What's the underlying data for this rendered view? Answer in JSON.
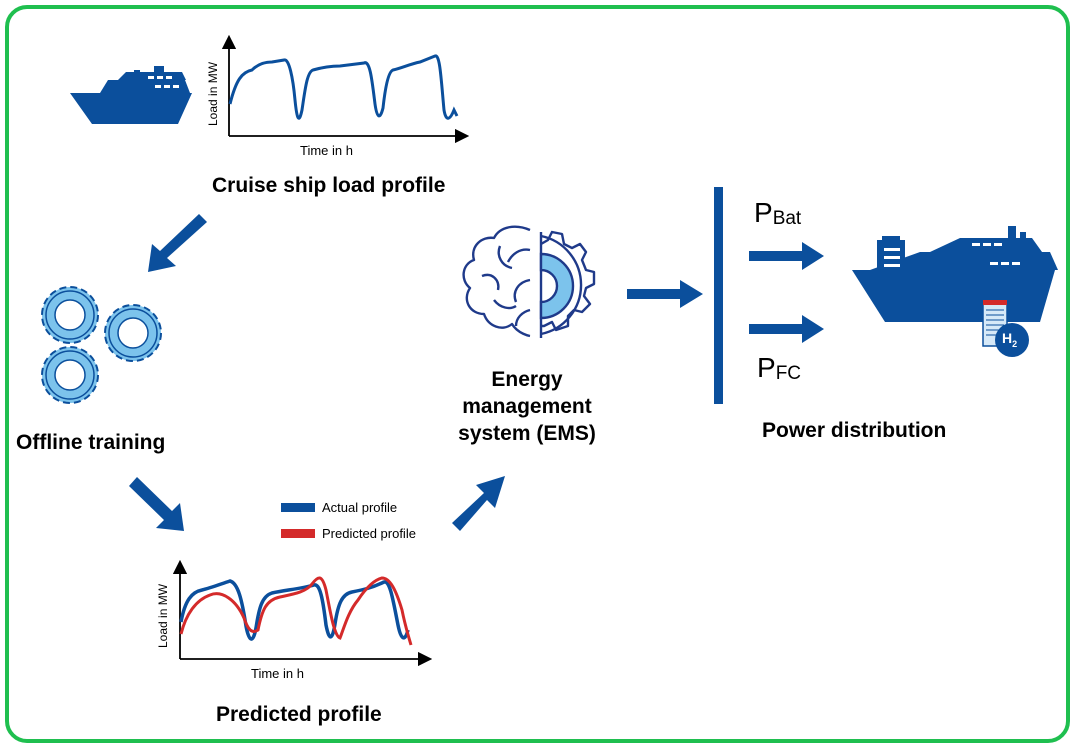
{
  "labels": {
    "cruise_load_profile": "Cruise ship load profile",
    "offline_training": "Offline training",
    "predicted_profile": "Predicted profile",
    "ems": [
      "Energy",
      "management",
      "system (EMS)"
    ],
    "power_distribution": "Power distribution",
    "p_bat_main": "P",
    "p_bat_sub": "Bat",
    "p_fc_main": "P",
    "p_fc_sub": "FC",
    "h2_main": "H",
    "h2_sub": "2"
  },
  "top_chart": {
    "ylabel": "Load in MW",
    "xlabel": "Time in h"
  },
  "bottom_chart": {
    "ylabel": "Load in MW",
    "xlabel": "Time in h",
    "legend": [
      "Actual profile",
      "Predicted profile"
    ]
  },
  "colors": {
    "navy": "#0b4f9c",
    "gear_fill": "#7cc3ec",
    "gear_stroke": "#0b4f9c",
    "predicted": "#d42a2a",
    "frame": "#1fbf4f",
    "ems_outline": "#1f3a8a"
  }
}
